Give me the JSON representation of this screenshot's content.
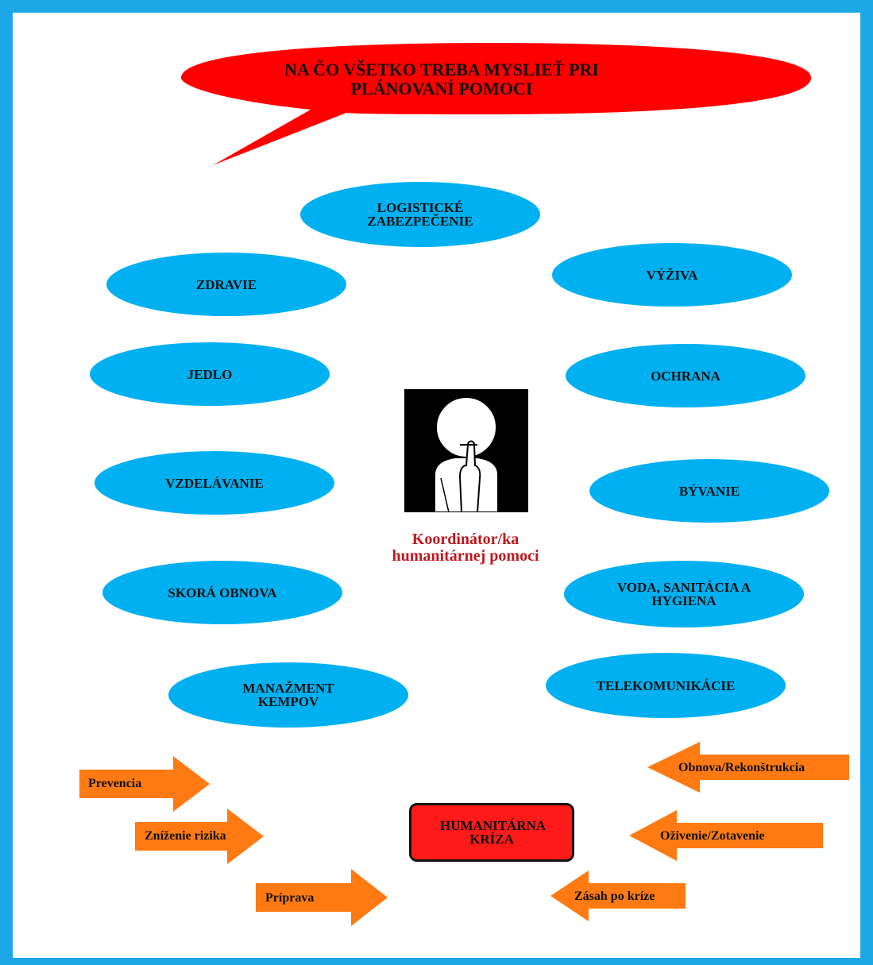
{
  "title": {
    "line1": "NA ČO VŠETKO TREBA MYSLIEŤ PRI",
    "line2": "PLÁNOVANÍ POMOCI"
  },
  "colors": {
    "border": "#1ca7e6",
    "oval": "#00b0f0",
    "bubble": "#ff0000",
    "arrow": "#ff7a12",
    "coordinator_text": "#c0181f"
  },
  "sectors": {
    "logistika": "LOGISTICKÉ ZABEZPEČENIE",
    "zdravie": "ZDRAVIE",
    "vyziva": "VÝŽIVA",
    "jedlo": "JEDLO",
    "ochrana": "OCHRANA",
    "vzdelavanie": "VZDELÁVANIE",
    "byvanie": "BÝVANIE",
    "skora_obnova": "SKORÁ OBNOVA",
    "voda": "VODA, SANITÁCIA A HYGIENA",
    "manazment": "MANAŽMENT KEMPOV",
    "telekomunikacie": "TELEKOMUNIKÁCIE"
  },
  "coordinator": {
    "icon": "silence-finger-on-lips-icon",
    "label": "Koordinátor/ka humanitárnej pomoci"
  },
  "crisis": "HUMANITÁRNA KRÍZA",
  "before_crisis": {
    "prevencia": "Prevencia",
    "znizenie_rizika": "Zníženie rizika",
    "priprava": "Príprava"
  },
  "after_crisis": {
    "obnova": "Obnova/Rekonštrukcia",
    "ozivenie": "Oživenie/Zotavenie",
    "zasah": "Zásah po kríze"
  }
}
